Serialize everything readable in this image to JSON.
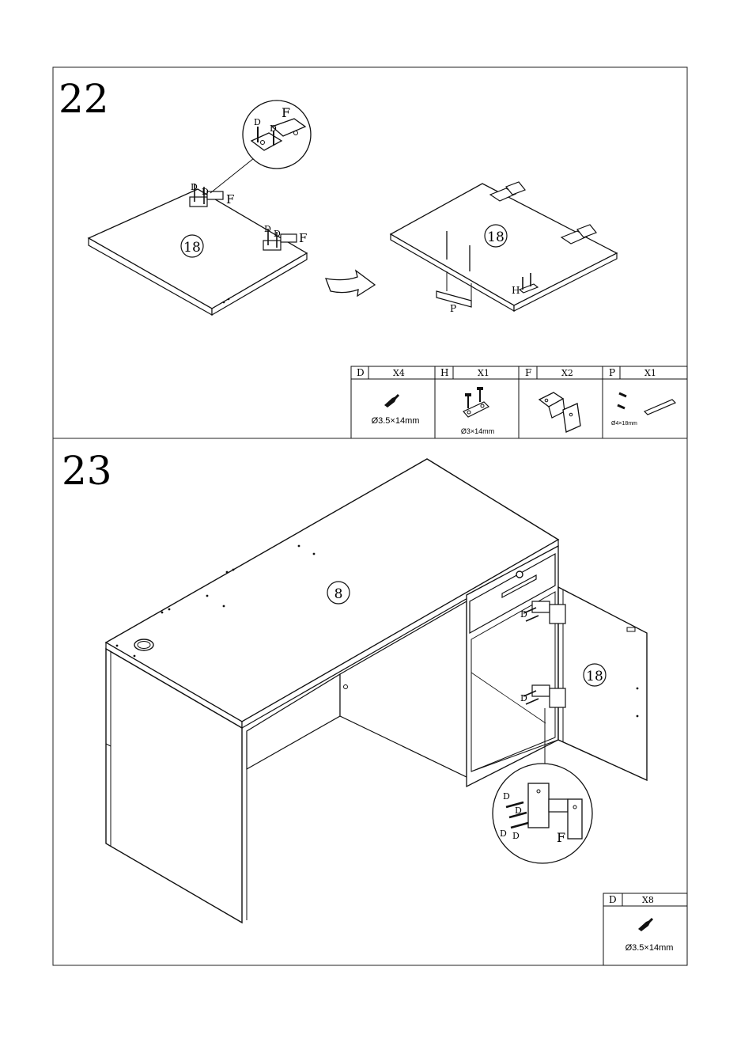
{
  "step22": {
    "number": "22",
    "panel_label_left": "18",
    "panel_label_right": "18",
    "callout_D": "D",
    "callout_F": "F",
    "label_D": "D",
    "label_F": "F",
    "label_H": "H",
    "label_P": "P",
    "parts": [
      {
        "letter": "D",
        "qty": "X4",
        "spec": "Ø3.5×14mm"
      },
      {
        "letter": "H",
        "qty": "X1",
        "spec": "Ø3×14mm"
      },
      {
        "letter": "F",
        "qty": "X2",
        "spec": ""
      },
      {
        "letter": "P",
        "qty": "X1",
        "spec": "Ø4×18mm"
      }
    ]
  },
  "step23": {
    "number": "23",
    "top_label": "8",
    "door_label": "18",
    "label_D": "D",
    "label_F": "F",
    "parts": [
      {
        "letter": "D",
        "qty": "X8",
        "spec": "Ø3.5×14mm"
      }
    ]
  },
  "icons": [
    "screw-icon",
    "hinge-icon",
    "cam-plate-icon",
    "dowel-icon",
    "arrow-icon"
  ]
}
